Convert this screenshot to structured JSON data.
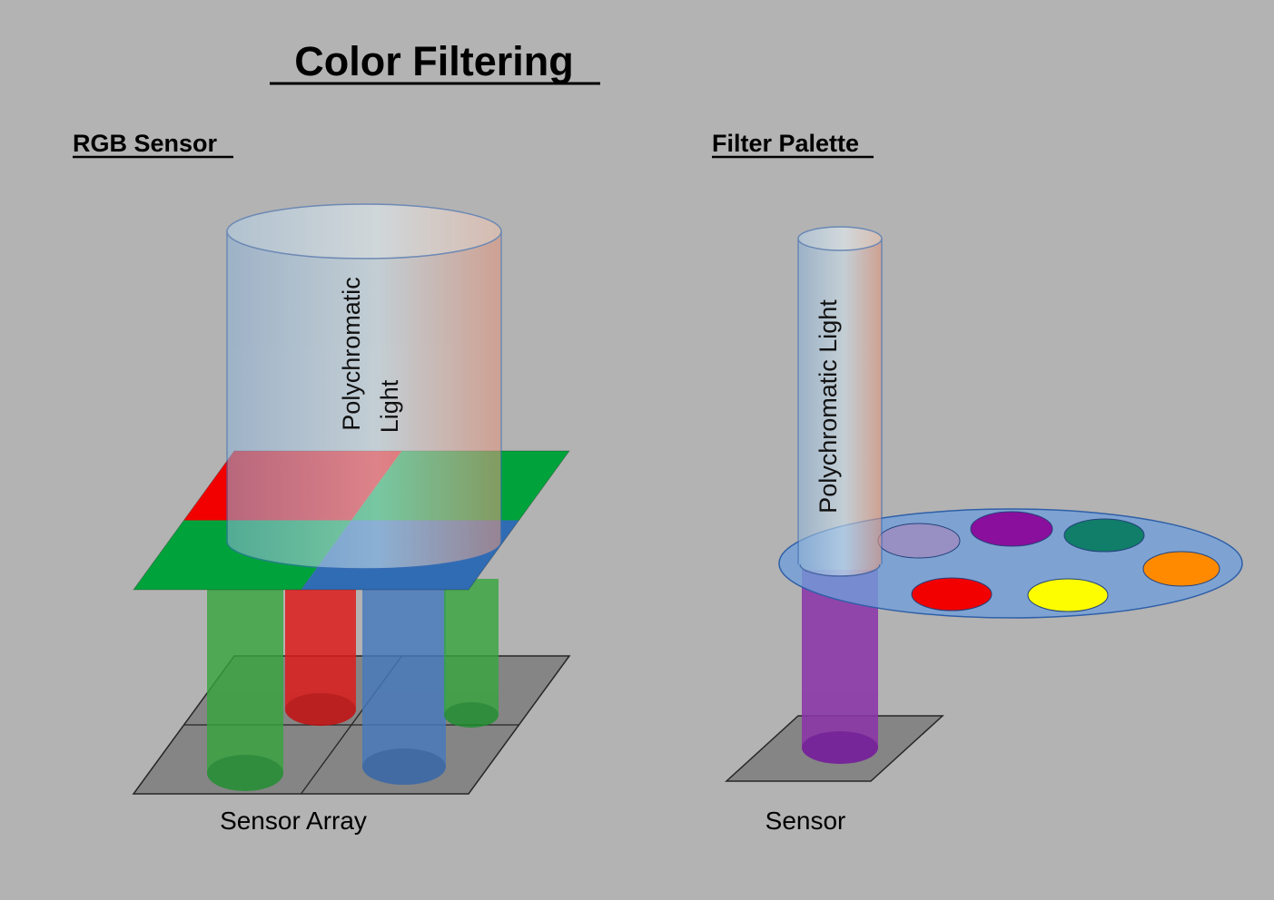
{
  "title": "Color Filtering",
  "colors": {
    "background": "#b3b3b3",
    "beam_gradient_left": "#8fb2d6",
    "beam_gradient_mid": "#cfe2ec",
    "beam_gradient_right": "#e2957c",
    "beam_outline": "#3b6cb5"
  },
  "rgb_sensor": {
    "heading": "RGB Sensor",
    "light_label_line1": "Polychromatic",
    "light_label_line2": "Light",
    "array_label": "Sensor Array",
    "filter_colors": {
      "red": "#f20000",
      "green_top": "#00a33b",
      "green_bottom": "#00a33b",
      "blue": "#2f6cb3"
    },
    "beam_colors": {
      "green_left": "#34a53c",
      "red": "#dd1c1c",
      "blue": "#4679bd",
      "green_right": "#34a53c"
    }
  },
  "filter_palette": {
    "heading": "Filter Palette",
    "light_label": "Polychromatic Light",
    "sensor_label": "Sensor",
    "palette_color": "#6f9fdb",
    "wells": [
      {
        "name": "lavender",
        "color": "#988fc2"
      },
      {
        "name": "purple",
        "color": "#8a0f9c"
      },
      {
        "name": "teal",
        "color": "#107e68"
      },
      {
        "name": "orange",
        "color": "#ff8a00"
      },
      {
        "name": "red",
        "color": "#f20000"
      },
      {
        "name": "yellow",
        "color": "#fdfd00"
      }
    ],
    "filtered_beam_color": "#8b35a8"
  }
}
